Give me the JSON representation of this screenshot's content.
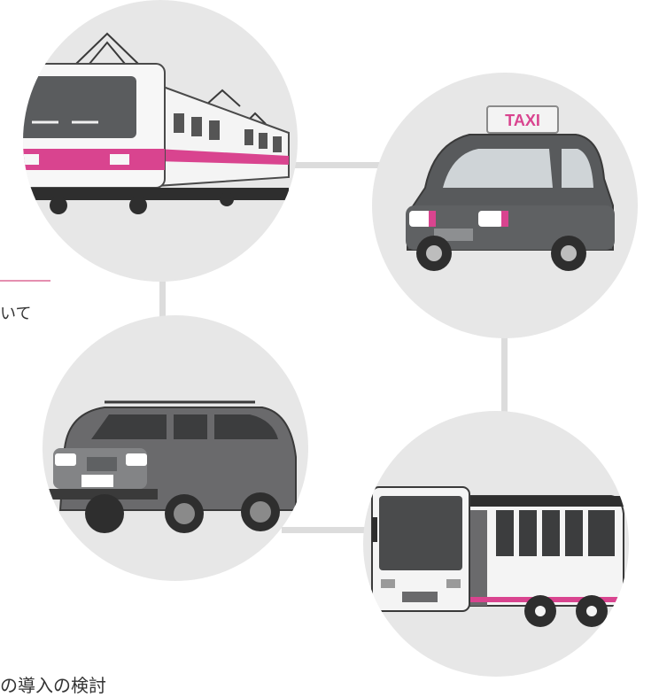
{
  "colors": {
    "circle_bg": "#e7e7e7",
    "connector": "#dcdcdc",
    "accent_pink": "#d9448f",
    "body_gray": "#585a5c",
    "accent_line": "#e58fb0"
  },
  "illustrations": [
    {
      "id": "train",
      "icon": "train-icon"
    },
    {
      "id": "taxi",
      "icon": "taxi-icon",
      "sign": "TAXI"
    },
    {
      "id": "suv",
      "icon": "suv-icon"
    },
    {
      "id": "bus",
      "icon": "bus-icon"
    }
  ],
  "text": {
    "side_fragment": "いて",
    "bottom_fragment": "の導入の検討"
  }
}
